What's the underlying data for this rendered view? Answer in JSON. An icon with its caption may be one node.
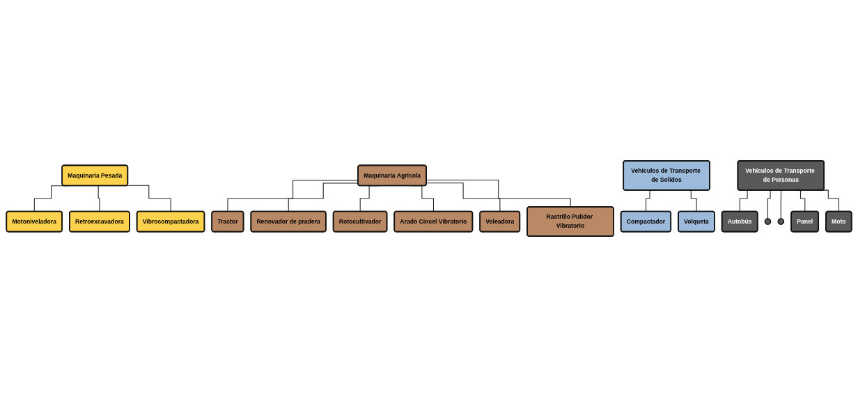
{
  "diagram": {
    "nodes": [
      {
        "text": [
          "Maquinaria Pesada"
        ]
      },
      {
        "text": [
          "Motoniveladora"
        ]
      },
      {
        "text": [
          "Retroexcavadora"
        ]
      },
      {
        "text": [
          "Vibrocompactadora"
        ]
      },
      {
        "text": [
          "Maquinaria Agrícola"
        ]
      },
      {
        "text": [
          "Tractor"
        ]
      },
      {
        "text": [
          "Renovador de pradera"
        ]
      },
      {
        "text": [
          "Rotocultivador"
        ]
      },
      {
        "text": [
          "Arado Cincel Vibratorio"
        ]
      },
      {
        "text": [
          "Voleadora"
        ]
      },
      {
        "text": [
          "Rastrillo Pulidor Vibratorio"
        ]
      },
      {
        "text": [
          "Vehículos de Transporte de Solidos"
        ]
      },
      {
        "text": [
          "Compactador"
        ]
      },
      {
        "text": [
          "Volqueta"
        ]
      },
      {
        "text": [
          "Vehículos de Transporte de Personas"
        ]
      },
      {
        "text": [
          "Autobús"
        ]
      },
      {
        "text": [],
        "shape": "circle"
      },
      {
        "text": [],
        "shape": "circle"
      },
      {
        "text": [
          "Panel"
        ]
      },
      {
        "text": [
          "Moto"
        ]
      }
    ],
    "edges": [
      {
        "from": 0,
        "to": 1,
        "arrow": "none"
      },
      {
        "from": 0,
        "to": 2,
        "arrow": "none"
      },
      {
        "from": 0,
        "to": 3,
        "arrow": "none"
      },
      {
        "from": 4,
        "to": 5,
        "arrow": "none"
      },
      {
        "from": 4,
        "to": 6,
        "arrow": "none"
      },
      {
        "from": 4,
        "to": 7,
        "arrow": "none"
      },
      {
        "from": 4,
        "to": 8,
        "arrow": "none"
      },
      {
        "from": 4,
        "to": 9,
        "arrow": "none"
      },
      {
        "from": 4,
        "to": 10,
        "arrow": "none"
      },
      {
        "from": 11,
        "to": 12,
        "arrow": "none"
      },
      {
        "from": 11,
        "to": 13,
        "arrow": "none"
      },
      {
        "from": 14,
        "to": 15,
        "arrow": "none"
      },
      {
        "from": 14,
        "to": 16,
        "arrow": "none"
      },
      {
        "from": 14,
        "to": 17,
        "arrow": "none"
      },
      {
        "from": 14,
        "to": 18,
        "arrow": "none"
      },
      {
        "from": 14,
        "to": 19,
        "arrow": "none"
      }
    ]
  }
}
